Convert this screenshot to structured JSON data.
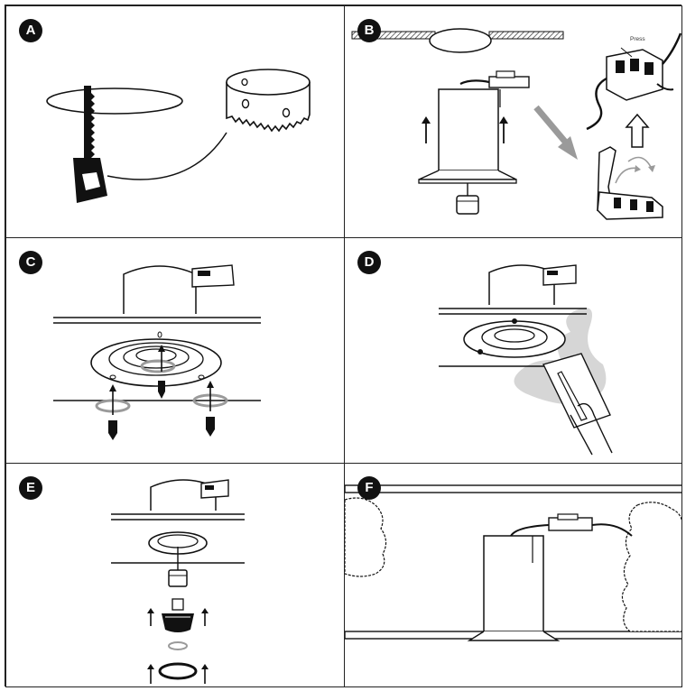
{
  "panels": [
    {
      "id": "A",
      "label": "A"
    },
    {
      "id": "B",
      "label": "B",
      "press_label": "Press"
    },
    {
      "id": "C",
      "label": "C"
    },
    {
      "id": "D",
      "label": "D"
    },
    {
      "id": "E",
      "label": "E"
    },
    {
      "id": "F",
      "label": "F"
    }
  ],
  "colors": {
    "ink": "#111111",
    "gray_arrow": "#9a9a9a",
    "plaster": "#d6d6d6",
    "line": "#222222"
  }
}
